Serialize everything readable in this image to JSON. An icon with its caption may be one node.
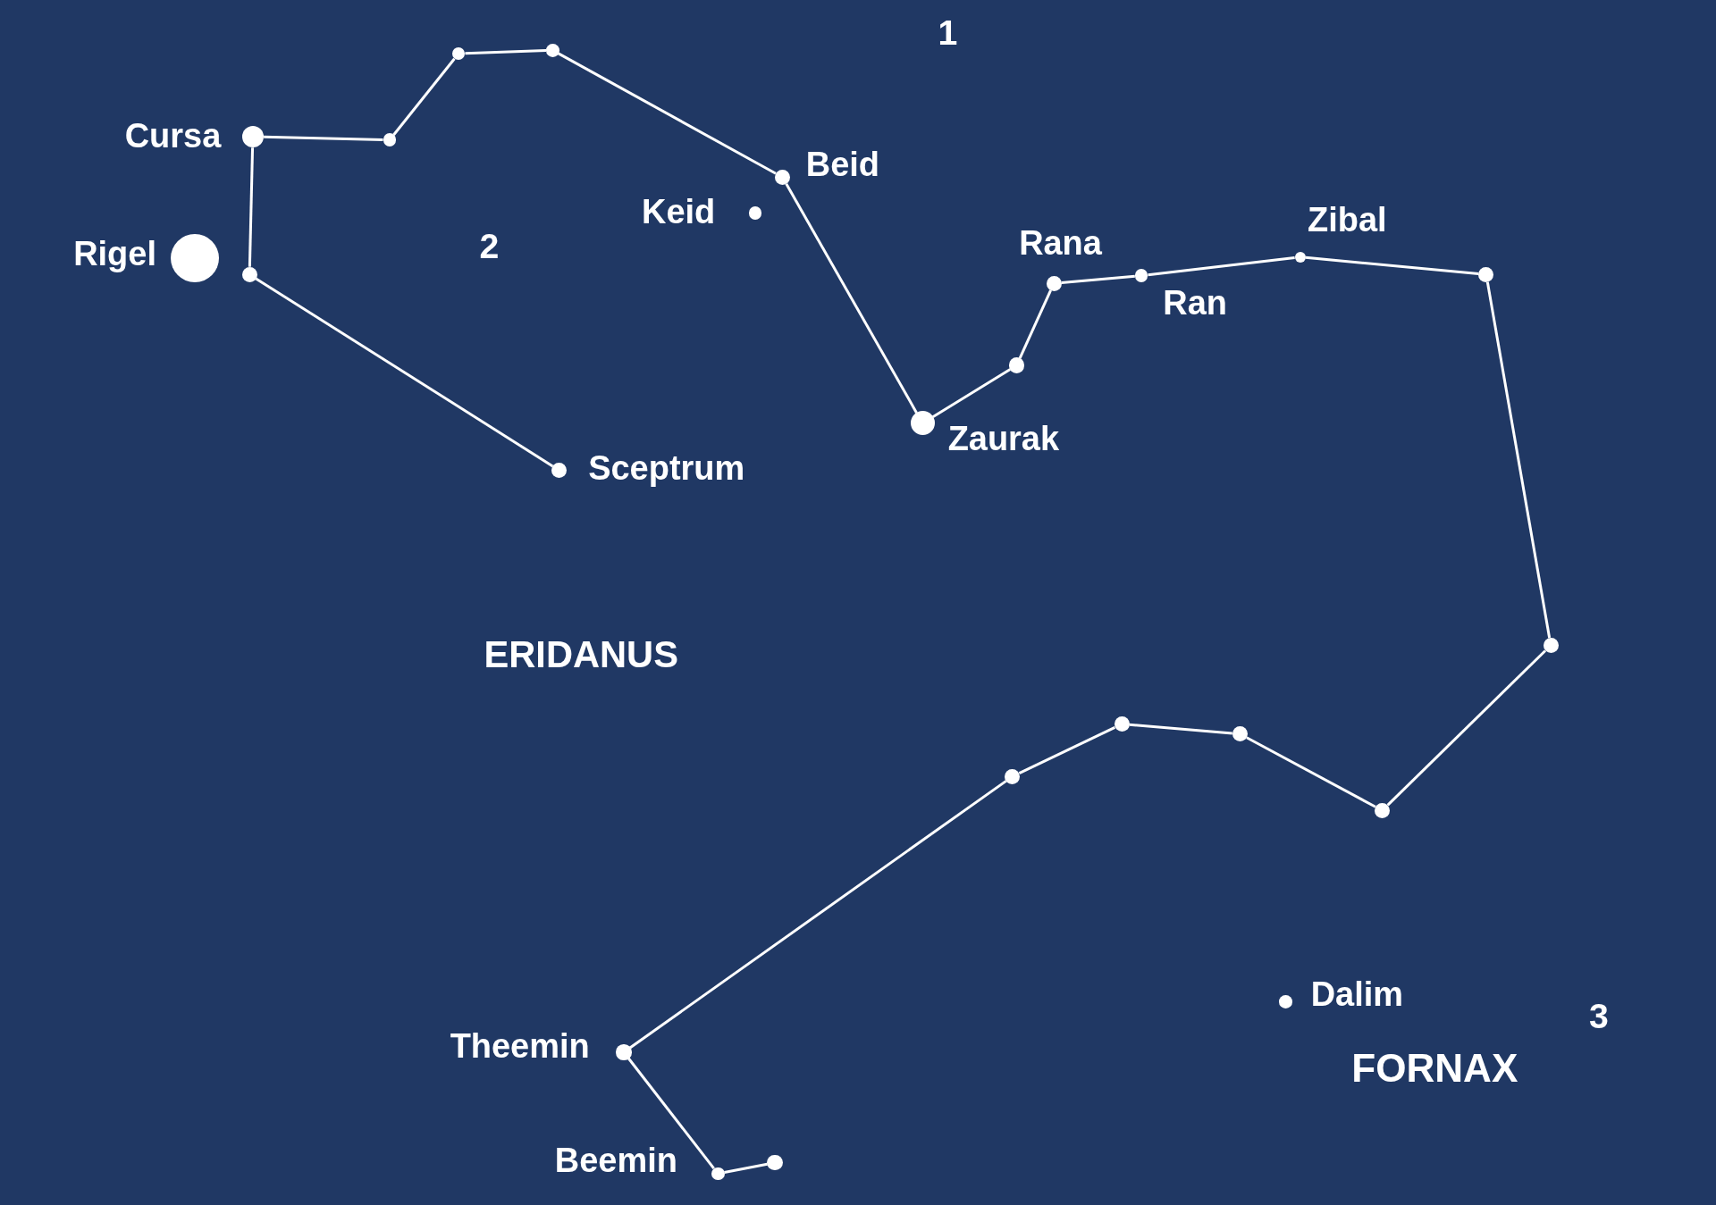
{
  "diagram": {
    "nodes": [
      {
        "text": [],
        "shape": "circle",
        "beside": [
          "Cursa"
        ]
      },
      {
        "text": [],
        "shape": "circle"
      },
      {
        "text": [],
        "shape": "circle"
      },
      {
        "text": [],
        "shape": "circle"
      },
      {
        "text": [],
        "shape": "circle",
        "beside": [
          "Beid"
        ]
      },
      {
        "text": [],
        "shape": "circle",
        "beside": [
          "Zaurak"
        ]
      },
      {
        "text": [],
        "shape": "circle"
      },
      {
        "text": [],
        "shape": "circle",
        "beside": [
          "Rana"
        ]
      },
      {
        "text": [],
        "shape": "circle",
        "beside": [
          "Ran"
        ]
      },
      {
        "text": [],
        "shape": "circle",
        "beside": [
          "Zibal"
        ]
      },
      {
        "text": [],
        "shape": "circle"
      },
      {
        "text": [],
        "shape": "circle"
      },
      {
        "text": [],
        "shape": "circle"
      },
      {
        "text": [],
        "shape": "circle"
      },
      {
        "text": [],
        "shape": "circle"
      },
      {
        "text": [],
        "shape": "circle"
      },
      {
        "text": [],
        "shape": "circle",
        "beside": [
          "Theemin"
        ]
      },
      {
        "text": [],
        "shape": "circle",
        "beside": [
          "Beemin"
        ]
      },
      {
        "text": [],
        "shape": "circle"
      },
      {
        "text": [],
        "shape": "circle"
      },
      {
        "text": [],
        "shape": "circle",
        "beside": [
          "Sceptrum"
        ]
      },
      {
        "text": [],
        "shape": "circle",
        "beside": [
          "Rigel"
        ]
      },
      {
        "text": [],
        "shape": "circle",
        "beside": [
          "Keid"
        ]
      },
      {
        "text": [],
        "shape": "circle",
        "beside": [
          "Dalim"
        ]
      }
    ],
    "edges": [
      {
        "from": 0,
        "to": 1,
        "arrow": "none"
      },
      {
        "from": 1,
        "to": 2,
        "arrow": "none"
      },
      {
        "from": 2,
        "to": 3,
        "arrow": "none"
      },
      {
        "from": 3,
        "to": 4,
        "arrow": "none"
      },
      {
        "from": 4,
        "to": 5,
        "arrow": "none"
      },
      {
        "from": 5,
        "to": 6,
        "arrow": "none"
      },
      {
        "from": 6,
        "to": 7,
        "arrow": "none"
      },
      {
        "from": 7,
        "to": 8,
        "arrow": "none"
      },
      {
        "from": 8,
        "to": 9,
        "arrow": "none"
      },
      {
        "from": 9,
        "to": 10,
        "arrow": "none"
      },
      {
        "from": 10,
        "to": 11,
        "arrow": "none"
      },
      {
        "from": 11,
        "to": 12,
        "arrow": "none"
      },
      {
        "from": 12,
        "to": 13,
        "arrow": "none"
      },
      {
        "from": 13,
        "to": 14,
        "arrow": "none"
      },
      {
        "from": 14,
        "to": 15,
        "arrow": "none"
      },
      {
        "from": 15,
        "to": 16,
        "arrow": "none"
      },
      {
        "from": 16,
        "to": 17,
        "arrow": "none"
      },
      {
        "from": 17,
        "to": 18,
        "arrow": "none"
      },
      {
        "from": 0,
        "to": 19,
        "arrow": "none"
      },
      {
        "from": 19,
        "to": 20,
        "arrow": "none"
      }
    ],
    "labels": [
      "1",
      "2",
      "ERIDANUS",
      "3",
      "FORNAX"
    ]
  }
}
